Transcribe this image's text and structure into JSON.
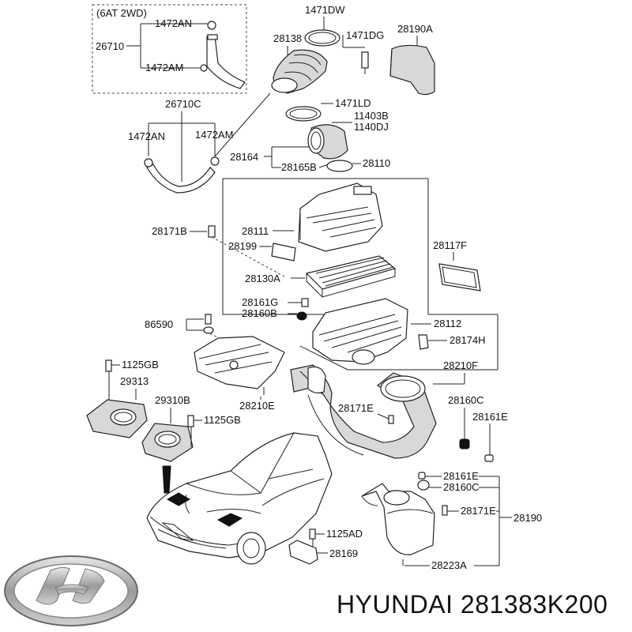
{
  "diagram": {
    "variant_note": "(6AT 2WD)",
    "labels": {
      "l_1471DW": "1471DW",
      "l_1472AN_top": "1472AN",
      "l_26710": "26710",
      "l_1472AM_top": "1472AM",
      "l_28138": "28138",
      "l_1471DG": "1471DG",
      "l_28190A": "28190A",
      "l_26710C": "26710C",
      "l_1471LD": "1471LD",
      "l_11403B": "11403B",
      "l_1140DJ": "1140DJ",
      "l_1472AN_mid": "1472AN",
      "l_1472AM_mid": "1472AM",
      "l_28164": "28164",
      "l_28165B": "28165B",
      "l_28110": "28110",
      "l_28111": "28111",
      "l_28171B": "28171B",
      "l_28199": "28199",
      "l_28117F": "28117F",
      "l_28130A": "28130A",
      "l_28161G": "28161G",
      "l_28160B": "28160B",
      "l_86590": "86590",
      "l_28112": "28112",
      "l_28174H": "28174H",
      "l_1125GB_a": "1125GB",
      "l_28210F": "28210F",
      "l_29313": "29313",
      "l_28160C_a": "28160C",
      "l_29310B": "29310B",
      "l_28210E": "28210E",
      "l_28171E_a": "28171E",
      "l_28161E_a": "28161E",
      "l_1125GB_b": "1125GB",
      "l_28161E_b": "28161E",
      "l_28160C_b": "28160C",
      "l_28171E_b": "28171E",
      "l_28190": "28190",
      "l_1125AD": "1125AD",
      "l_28169": "28169",
      "l_28223A": "28223A"
    }
  },
  "footer": {
    "brand_logo": "hyundai-logo",
    "caption": "HYUNDAI 281383K200"
  }
}
